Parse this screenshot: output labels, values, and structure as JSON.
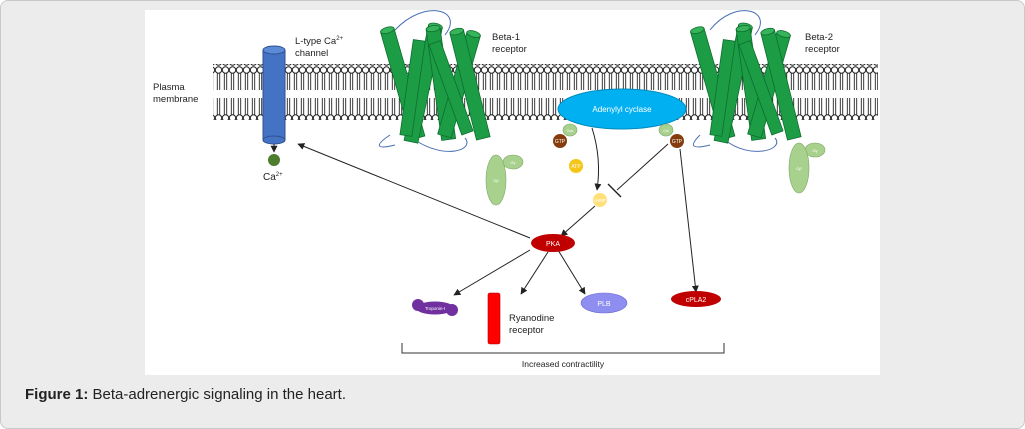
{
  "diagram": {
    "labels": {
      "ltype_line1": "L-type Ca",
      "ltype_sup": "2+",
      "ltype_line2": "channel",
      "beta1_line1": "Beta-1",
      "beta1_line2": "receptor",
      "beta2_line1": "Beta-2",
      "beta2_line2": "receptor",
      "plasma_line1": "Plasma",
      "plasma_line2": "membrane",
      "ca_ion": "Ca",
      "ca_sup": "2+",
      "adenylyl_cyclase": "Adenylyl cyclase",
      "gas_1": "Gαs",
      "gas_2": "Gαi",
      "gtp_1": "GTP",
      "gtp_2": "GTP",
      "atp": "ATP",
      "camp": "cAMP",
      "gby_1_top": "Gγ",
      "gby_1_bottom": "Gβ",
      "gby_2_top": "Gγ",
      "gby_2_bottom": "Gβ",
      "pka": "PKA",
      "troponin": "Troponin-I",
      "ryr_line1": "Ryanodine",
      "ryr_line2": "receptor",
      "plb": "PLB",
      "cpla2": "cPLA2",
      "increased_contractility": "Increased contractility"
    },
    "colors": {
      "helix_green": "#1c9c45",
      "channel_blue": "#4472c4",
      "ac_blue": "#00b0f0",
      "pka_red": "#c00000",
      "gtp_brown": "#843c0c",
      "atp_yellow": "#f5c518",
      "g_green": "#a9d18e",
      "troponin_purple": "#7030a0",
      "plb_lavender": "#8e8ef0",
      "ca_green": "#4e7d2e"
    }
  },
  "caption": {
    "label": "Figure 1:",
    "text": " Beta-adrenergic signaling in the heart."
  }
}
